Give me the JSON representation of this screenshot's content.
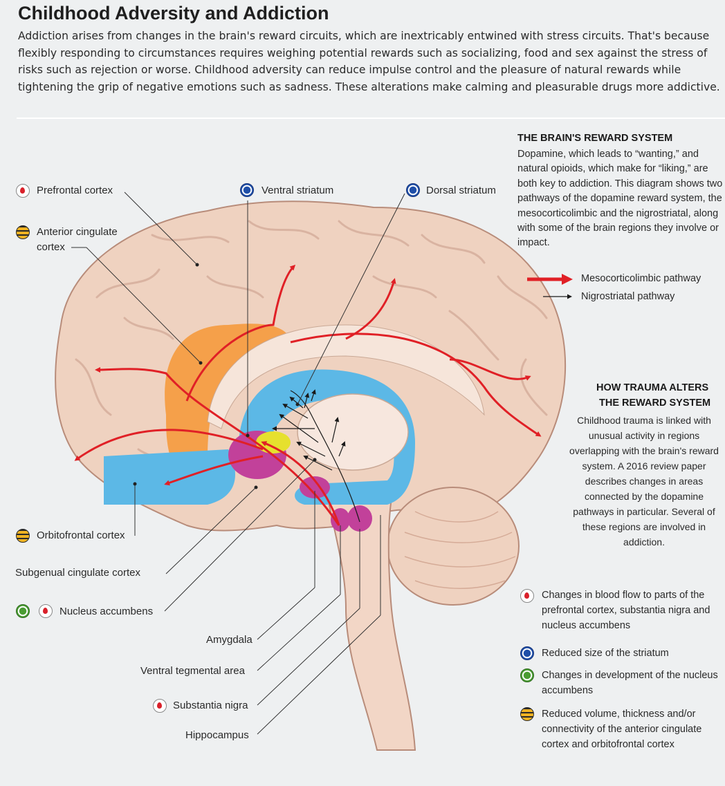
{
  "header": {
    "title": "Childhood Adversity and Addiction",
    "intro": "Addiction arises from changes in the brain's reward circuits, which are inextricably entwined with stress circuits. That's because flexibly responding to circumstances requires weighing potential rewards such as socializing, food and sex against the stress of risks such as rejection or worse. Childhood adversity can reduce impulse control and the pleasure of natural rewards while tightening the grip of negative emotions such as sadness. These alterations make calming and pleasurable drugs more addictive."
  },
  "reward_system": {
    "heading": "THE BRAIN'S REWARD SYSTEM",
    "text": "Dopamine, which leads to “wanting,” and natural opioids, which make for “liking,” are both key to addiction. This diagram shows two pathways of the dopamine reward system, the mesocorticolimbic and the nigrostriatal, along with some of the brain regions they involve or impact.",
    "pathways": [
      {
        "label": "Mesocorticolimbic pathway",
        "color": "#e02026"
      },
      {
        "label": "Nigrostriatal pathway",
        "color": "#1a1a1a"
      }
    ]
  },
  "trauma": {
    "heading_line1": "HOW TRAUMA ALTERS",
    "heading_line2": "THE REWARD SYSTEM",
    "text": "Childhood trauma is linked with unusual activity in regions overlapping with the brain's reward system. A 2016 review paper describes changes in areas connected by the dopamine pathways in particular. Several of these regions are involved in addiction."
  },
  "legend": [
    {
      "icon": "blood-drop-icon",
      "text": "Changes in blood flow to parts of the prefrontal cortex, substantia nigra and nucleus accumbens"
    },
    {
      "icon": "blue-circle-icon",
      "text": "Reduced size of the striatum"
    },
    {
      "icon": "green-circle-icon",
      "text": "Changes in development of the nucleus accumbens"
    },
    {
      "icon": "striped-circle-icon",
      "text": "Reduced volume, thickness and/or connectivity of the anterior cingulate cortex and orbitofrontal cortex"
    }
  ],
  "labels": {
    "prefrontal": "Prefrontal cortex",
    "anterior_cingulate_1": "Anterior cingulate",
    "anterior_cingulate_2": "cortex",
    "ventral_striatum": "Ventral striatum",
    "dorsal_striatum": "Dorsal striatum",
    "orbitofrontal": "Orbitofrontal cortex",
    "subgenual": "Subgenual cingulate cortex",
    "nucleus_accumbens": "Nucleus accumbens",
    "amygdala": "Amygdala",
    "vta": "Ventral tegmental area",
    "substantia_nigra": "Substantia nigra",
    "hippocampus": "Hippocampus"
  },
  "colors": {
    "brain": "#efd2c0",
    "orange_region": "#f5a04a",
    "blue_region": "#5cb8e6",
    "magenta_region": "#c2419a",
    "yellow_region": "#e6e02e",
    "red_pathway": "#e02026"
  }
}
